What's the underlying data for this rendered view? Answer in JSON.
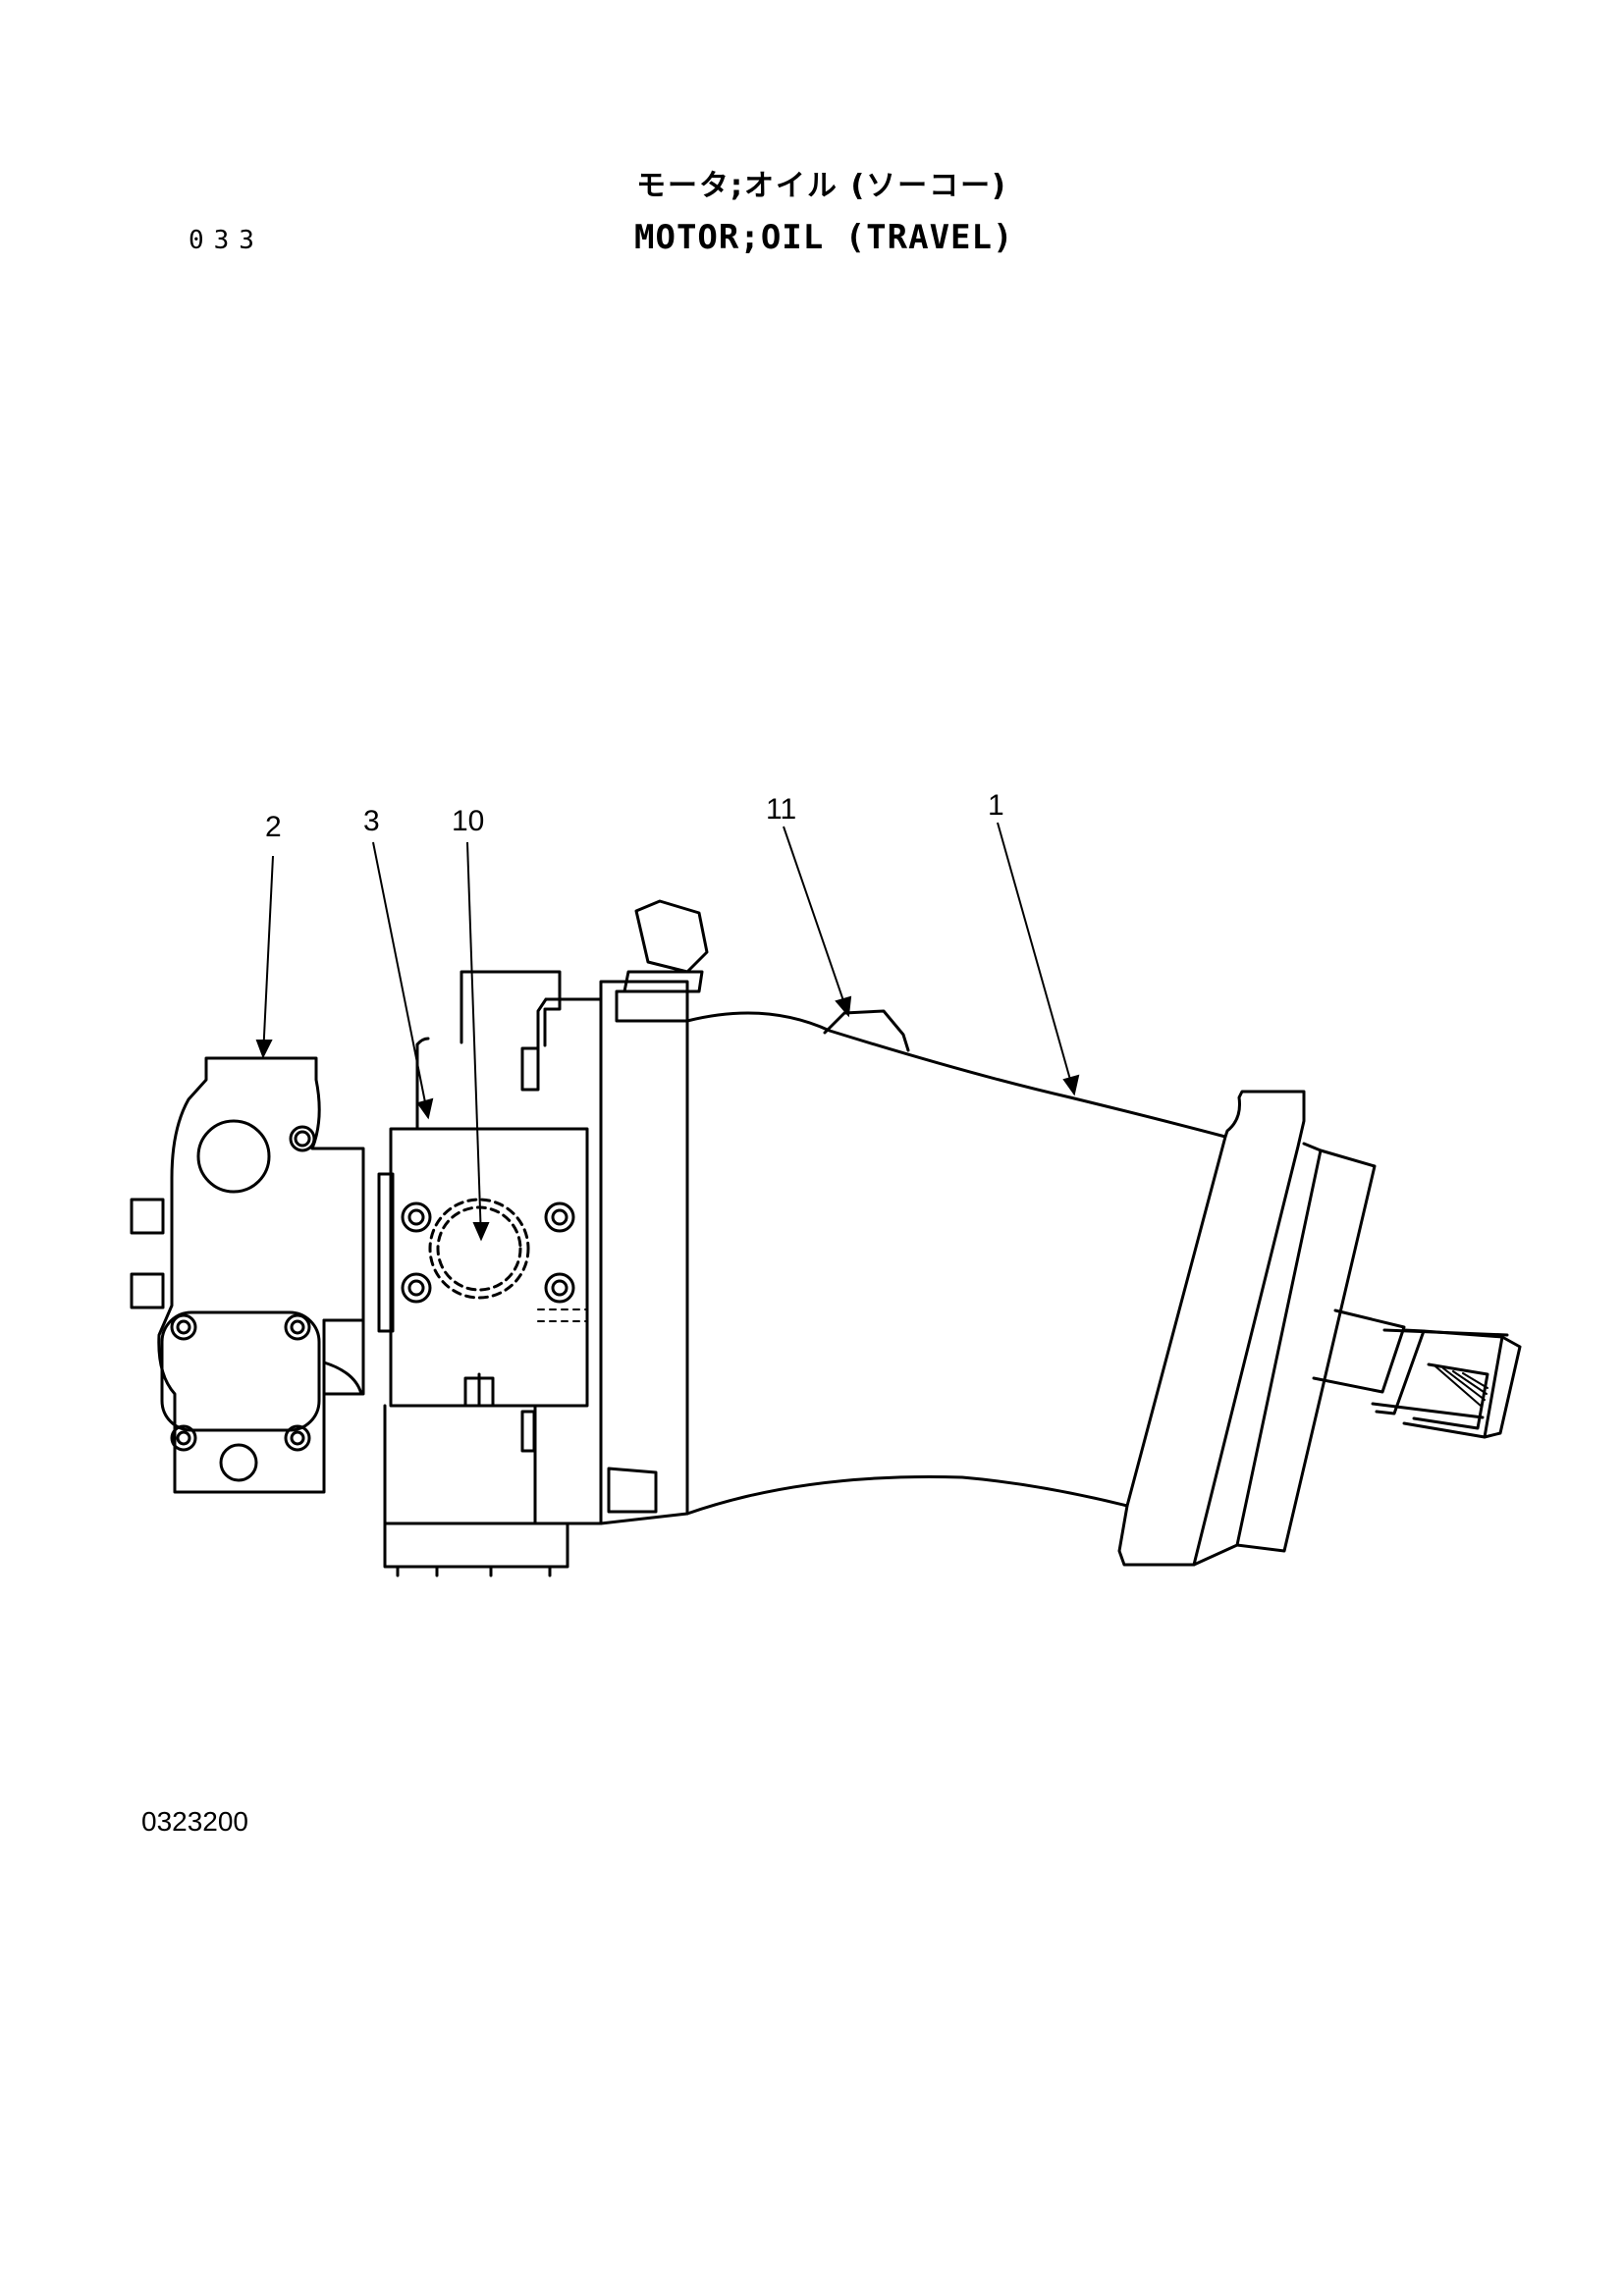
{
  "header": {
    "page_number": "033",
    "title_jp": "モータ;オイル (ソーコー)",
    "title_en": "MOTOR;OIL (TRAVEL)"
  },
  "callouts": [
    {
      "label": "2"
    },
    {
      "label": "3"
    },
    {
      "label": "10"
    },
    {
      "label": "11"
    },
    {
      "label": "1"
    }
  ],
  "footer": {
    "drawing_code": "0323200"
  }
}
